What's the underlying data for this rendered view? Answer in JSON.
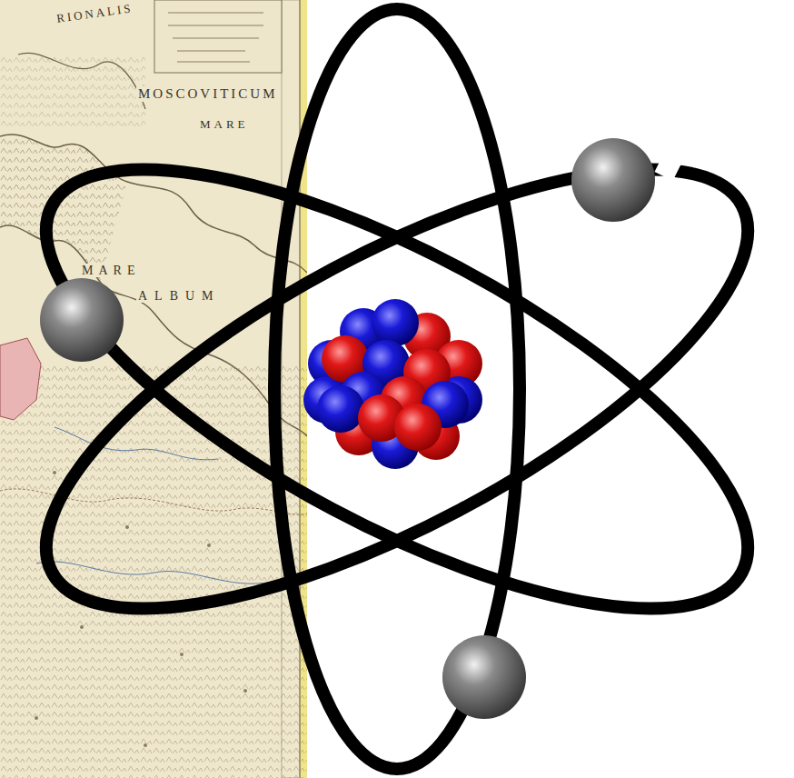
{
  "diagram": {
    "labels": [
      "RIONALIS",
      "MOSCOVITICUM",
      "MARE",
      "MARE",
      "ALBUM"
    ]
  }
}
